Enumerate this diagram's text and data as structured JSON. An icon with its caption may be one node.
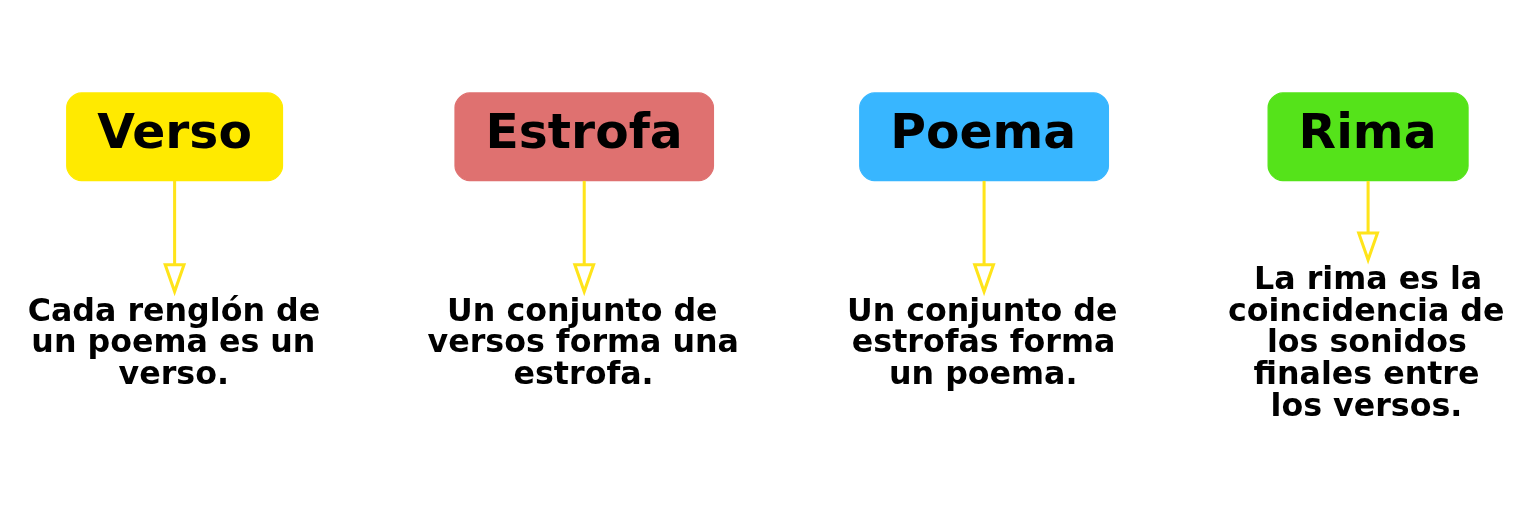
{
  "diagram": {
    "nodes": [
      {
        "text": [
          "Verso"
        ]
      },
      {
        "text": [
          "Estrofa"
        ]
      },
      {
        "text": [
          "Poema"
        ]
      },
      {
        "text": [
          "Rima"
        ]
      },
      {
        "text": [
          "Cada renglón de un poema es un verso."
        ]
      },
      {
        "text": [
          "Un conjunto de versos forma una estrofa."
        ]
      },
      {
        "text": [
          "Un conjunto de estrofas forma un poema."
        ]
      },
      {
        "text": [
          "La rima es la coincidencia de los sonidos finales entre los versos."
        ]
      }
    ],
    "edges": [
      {
        "from": 0,
        "to": 4,
        "arrow": "to"
      },
      {
        "from": 1,
        "to": 5,
        "arrow": "to"
      },
      {
        "from": 2,
        "to": 6,
        "arrow": "to"
      },
      {
        "from": 3,
        "to": 7,
        "arrow": "to"
      }
    ]
  }
}
